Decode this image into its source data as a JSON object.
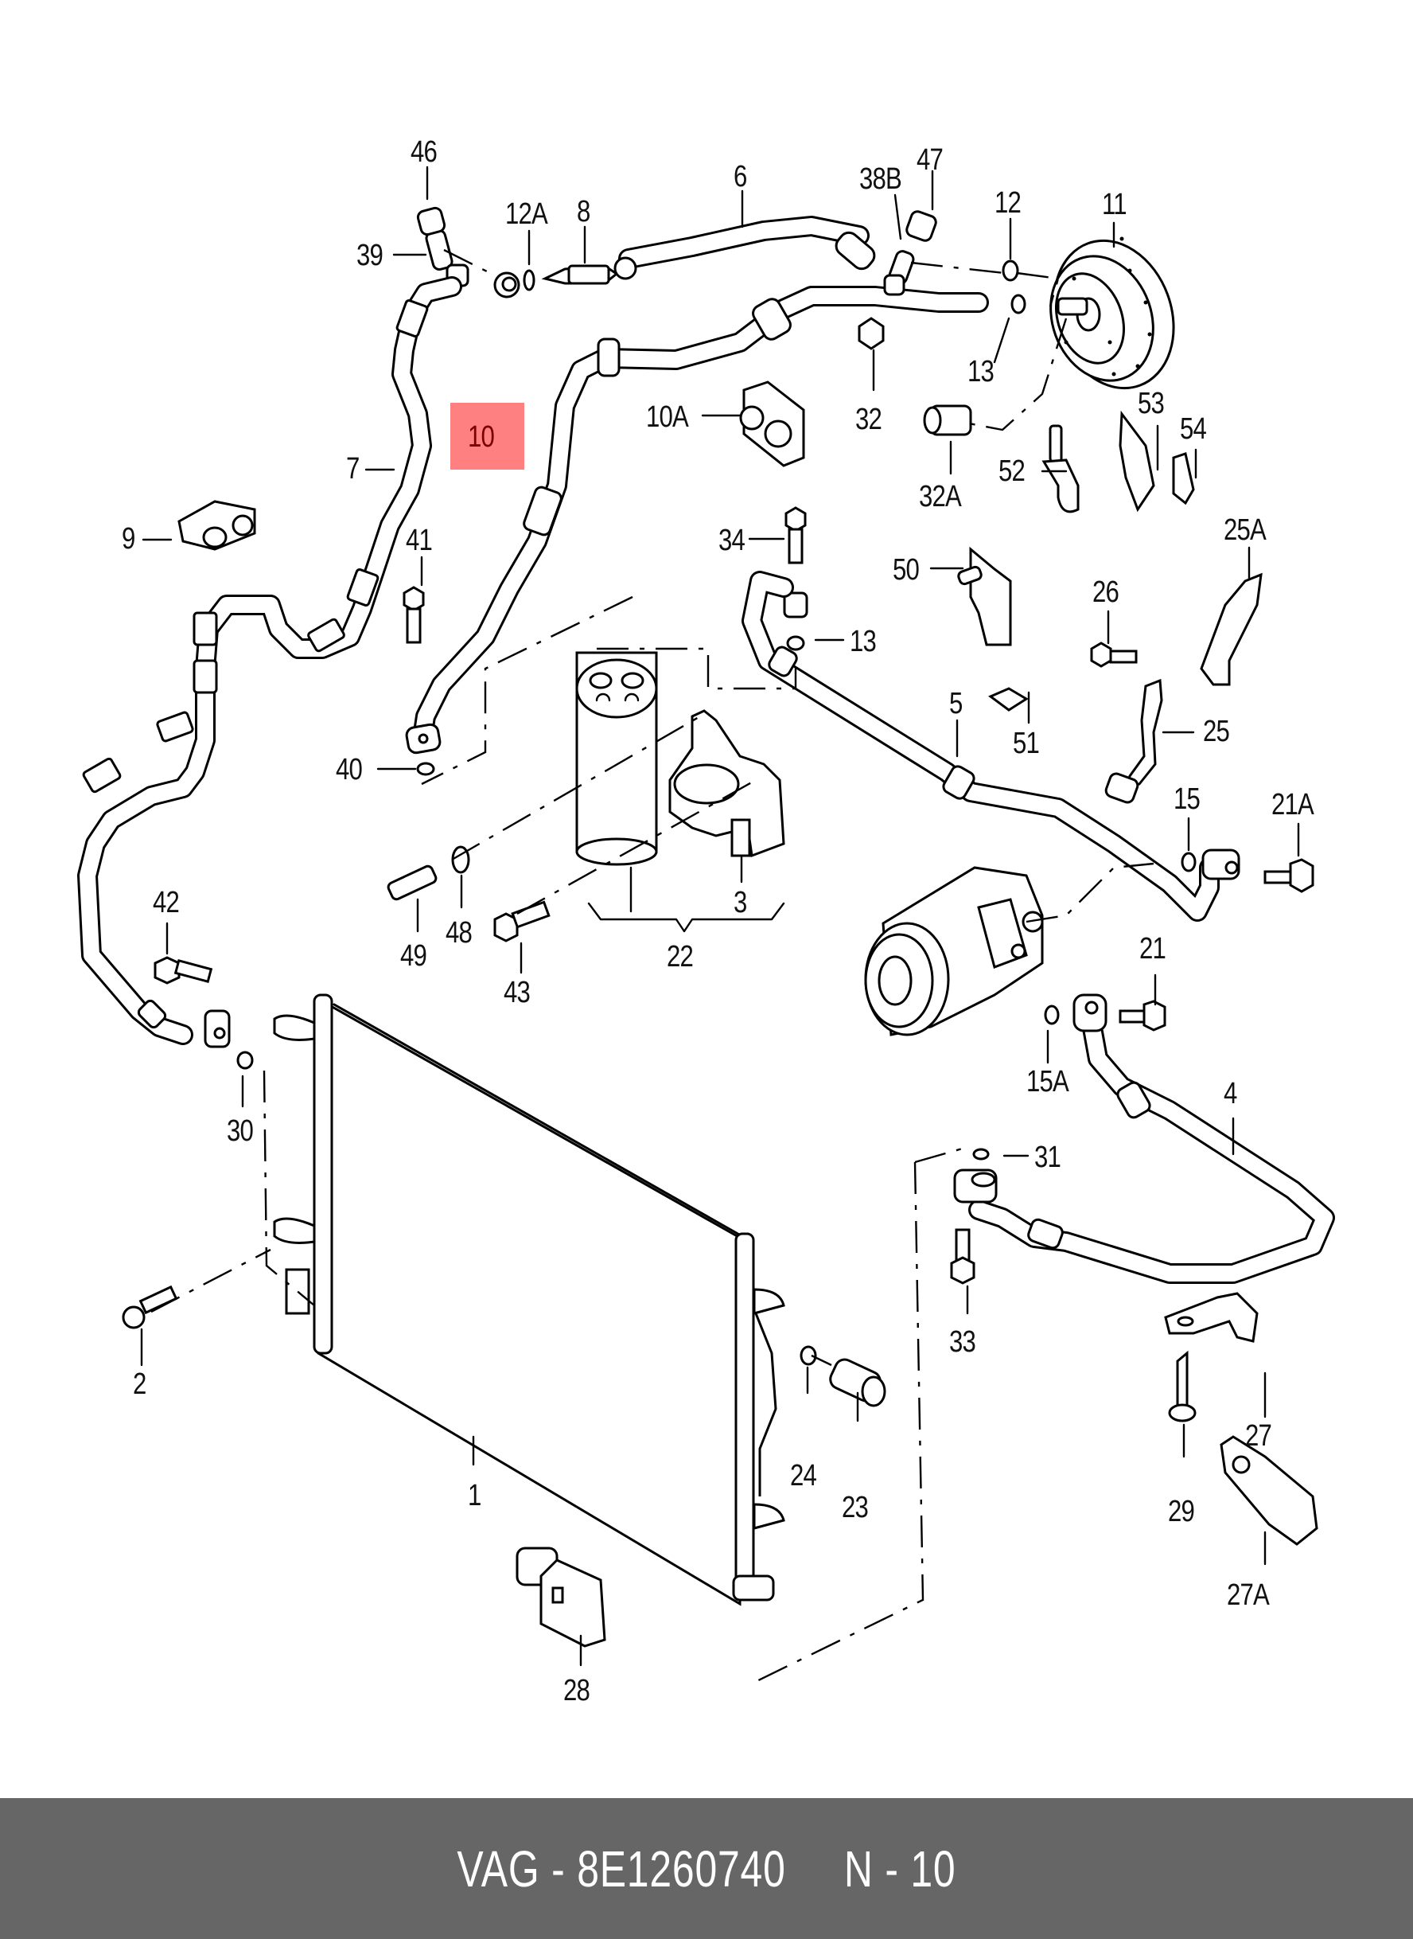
{
  "diagram": {
    "title": "VAG - 8E1260740     N - 10",
    "highlighted_part": "10",
    "highlight_color": "#ff8080",
    "footer_bg": "#666666",
    "callouts": {
      "p46": "46",
      "p39": "39",
      "p12A": "12A",
      "p8": "8",
      "p6": "6",
      "p38B": "38B",
      "p47": "47",
      "p12": "12",
      "p11": "11",
      "p10": "10",
      "p10A": "10A",
      "p13a": "13",
      "p32": "32",
      "p7": "7",
      "p9": "9",
      "p32A": "32A",
      "p52": "52",
      "p53": "53",
      "p54": "54",
      "p41": "41",
      "p34": "34",
      "p13b": "13",
      "p50": "50",
      "p25A": "25A",
      "p26": "26",
      "p5": "5",
      "p25": "25",
      "p51": "51",
      "p40": "40",
      "p15": "15",
      "p21A": "21A",
      "p42": "42",
      "p49": "49",
      "p48": "48",
      "p3": "3",
      "p43": "43",
      "p22": "22",
      "p21": "21",
      "p15A": "15A",
      "p30": "30",
      "p4": "4",
      "p31": "31",
      "p2": "2",
      "p33": "33",
      "p1": "1",
      "p27": "27",
      "p24": "24",
      "p23": "23",
      "p29": "29",
      "p27A": "27A",
      "p28": "28"
    }
  },
  "footer": {
    "text": "VAG - 8E1260740     N - 10"
  }
}
